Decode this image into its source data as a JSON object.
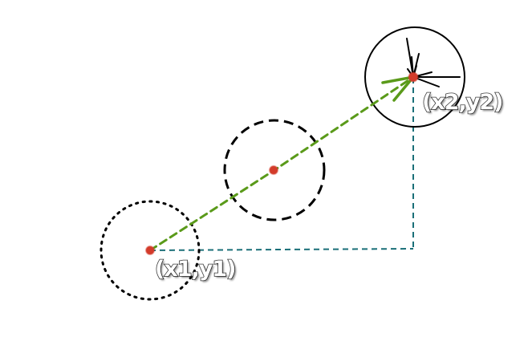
{
  "labels": {
    "start": "(x1,y1)",
    "end": "(x2,y2)"
  },
  "colors": {
    "background": "#ffffff",
    "trajectory": "#5a9a1a",
    "offset_guides": "#1a6f78",
    "points": "#d33a2c",
    "circles": "#000000"
  },
  "icons": {
    "start_circle": "dotted-circle",
    "mid_circle": "dashed-circle",
    "end_circle": "solid-circle",
    "end_marker": "burst-arrow-icon"
  }
}
